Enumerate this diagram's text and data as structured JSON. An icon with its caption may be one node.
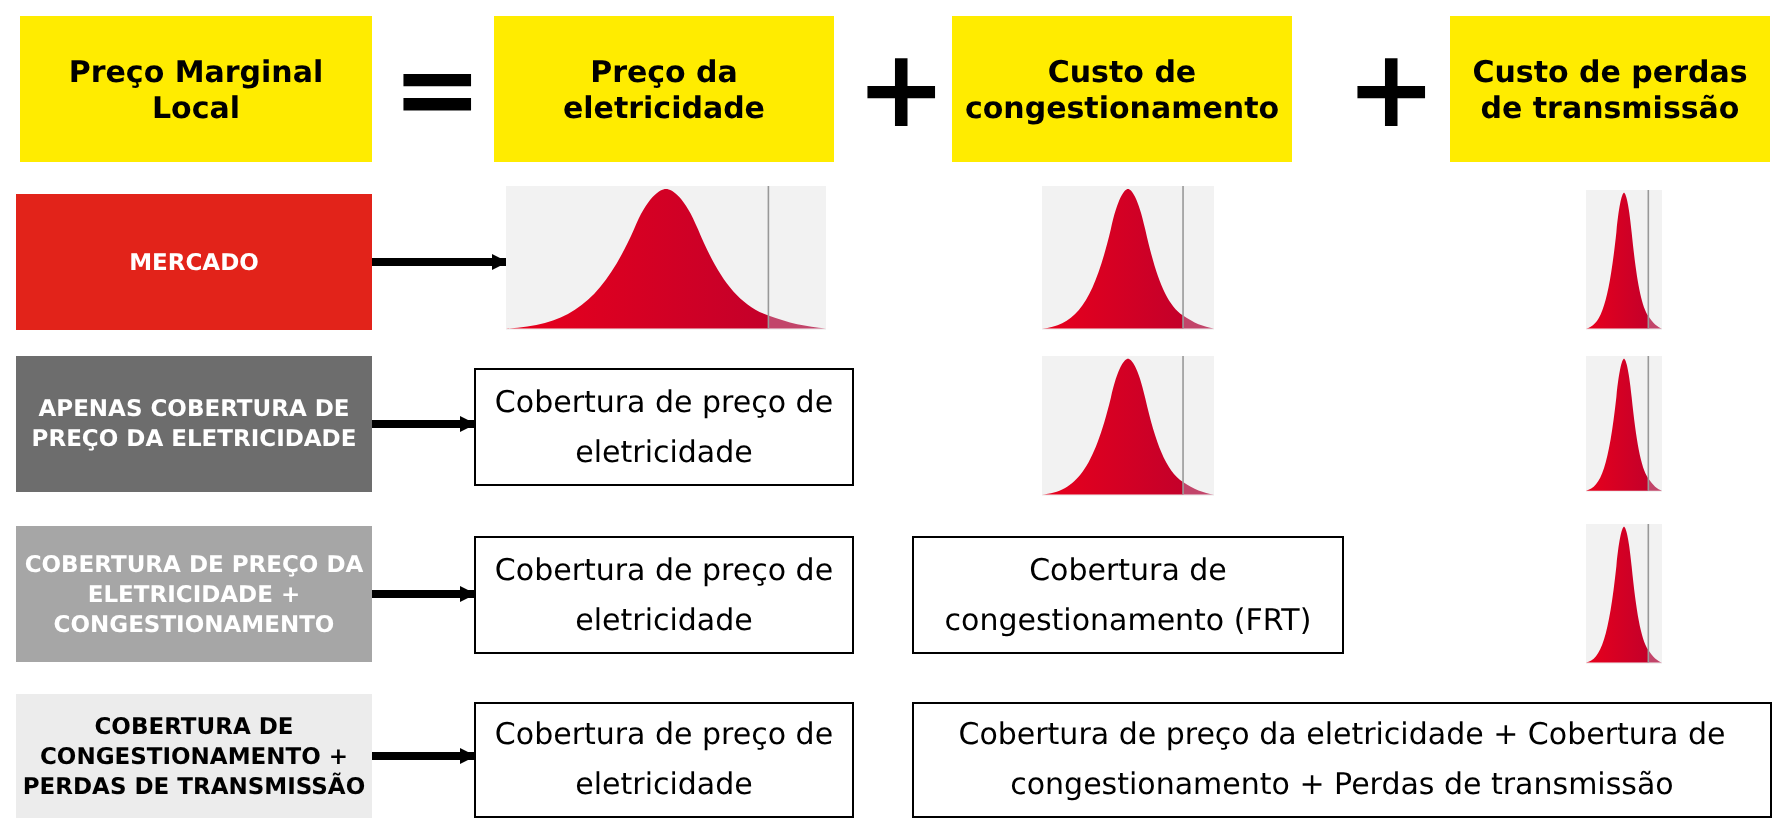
{
  "diagram": {
    "nodes": [
      {
        "text": [
          "Preço Marginal Local"
        ]
      },
      {
        "text": [
          "Preço da eletricidade"
        ]
      },
      {
        "text": [
          "Custo de congestionamento"
        ]
      },
      {
        "text": [
          "Custo de perdas de transmissão"
        ]
      },
      {
        "text": [
          "MERCADO"
        ]
      },
      {
        "text": [],
        "shape": "picture"
      },
      {
        "text": [],
        "shape": "picture"
      },
      {
        "text": [],
        "shape": "picture"
      },
      {
        "text": [
          "APENAS COBERTURA DE PREÇO DA ELETRICIDADE"
        ]
      },
      {
        "text": [
          "Cobertura de preço de eletricidade"
        ]
      },
      {
        "text": [],
        "shape": "picture"
      },
      {
        "text": [],
        "shape": "picture"
      },
      {
        "text": [
          "COBERTURA DE PREÇO DA ELETRICIDADE + CONGESTIONAMENTO"
        ]
      },
      {
        "text": [
          "Cobertura de preço de eletricidade"
        ]
      },
      {
        "text": [
          "Cobertura de congestionamento (FRT)"
        ]
      },
      {
        "text": [],
        "shape": "picture"
      },
      {
        "text": [
          "COBERTURA DE CONGESTIONAMENTO + PERDAS DE TRANSMISSÃO"
        ]
      },
      {
        "text": [
          "Cobertura de preço de eletricidade"
        ]
      },
      {
        "text": [
          "Cobertura de preço da eletricidade + Cobertura de congestionamento + Perdas de transmissão"
        ]
      }
    ],
    "edges": [
      {
        "from": 4,
        "to": 5,
        "arrow": "to"
      },
      {
        "from": 8,
        "to": 9,
        "arrow": "to"
      },
      {
        "from": 12,
        "to": 13,
        "arrow": "to"
      },
      {
        "from": 16,
        "to": 17,
        "arrow": "to"
      }
    ],
    "labels": [
      "=",
      "+",
      "+"
    ]
  }
}
